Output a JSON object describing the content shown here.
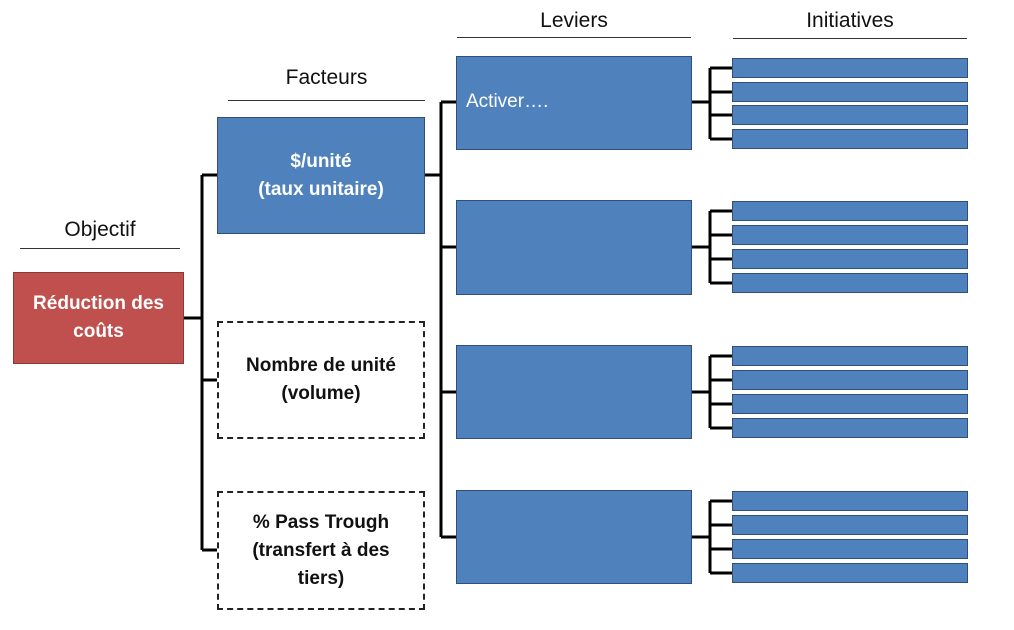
{
  "headers": {
    "objectif": "Objectif",
    "facteurs": "Facteurs",
    "leviers": "Leviers",
    "initiatives": "Initiatives"
  },
  "objective": {
    "label_line1": "Réduction des",
    "label_line2": "coûts"
  },
  "factors": [
    {
      "line1": "$/unité",
      "line2": "(taux unitaire)",
      "line3": "",
      "style": "solid"
    },
    {
      "line1": "Nombre de unité",
      "line2": "(volume)",
      "line3": "",
      "style": "dashed"
    },
    {
      "line1": "% Pass Trough",
      "line2": "(transfert à des",
      "line3": "tiers)",
      "style": "dashed"
    }
  ],
  "levers": [
    {
      "label": "Activer…."
    },
    {
      "label": ""
    },
    {
      "label": ""
    },
    {
      "label": ""
    }
  ],
  "colors": {
    "objective_fill": "#c0504d",
    "box_fill": "#4f81bd",
    "connector": "#000000"
  }
}
